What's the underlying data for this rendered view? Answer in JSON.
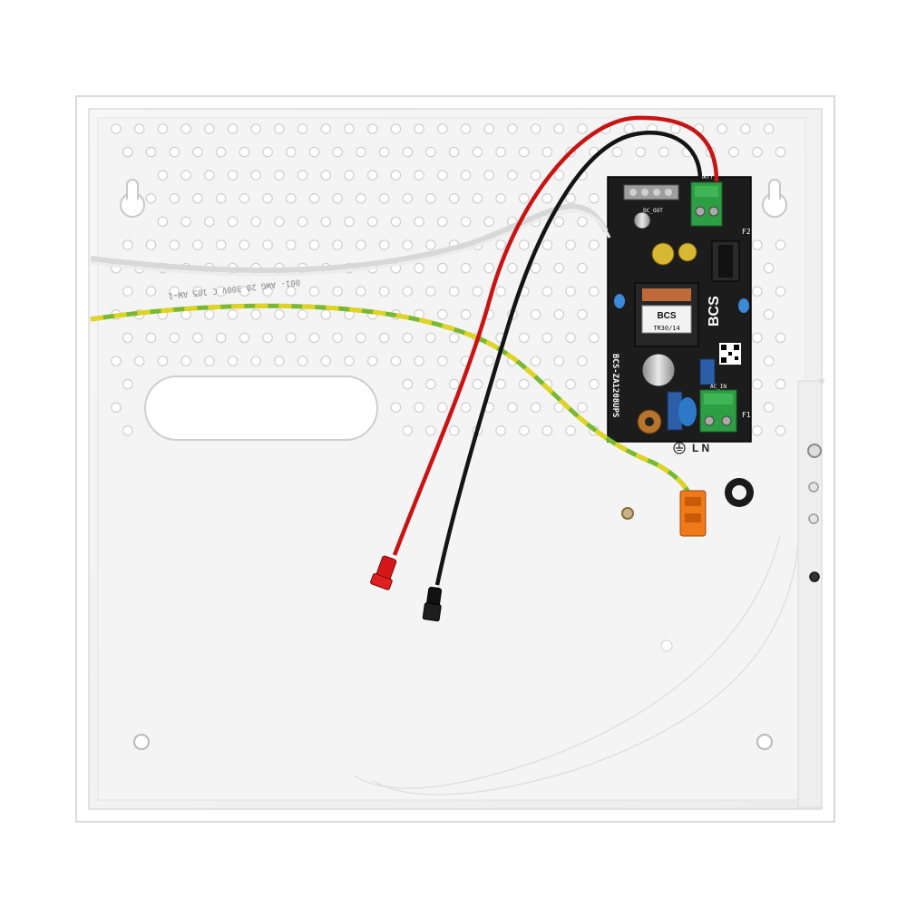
{
  "colors": {
    "background": "#ffffff",
    "enclosure": "#f2f2f2",
    "enclosure_edge": "#d6d6d6",
    "perforation": "#ffffff",
    "pcb": "#1c1c1c",
    "terminal": "#2e9e44",
    "wire_red": "#c81414",
    "wire_black": "#141414",
    "wire_earth_green": "#7ab832",
    "wire_earth_yellow": "#e0d422",
    "connector_orange": "#f07a1a"
  },
  "pcb": {
    "brand": "BCS",
    "model": "BCS-ZA1208UPS",
    "transformer_label": "TR30/14",
    "terminal_dc_out": "DC_OUT",
    "terminal_ac_in": "AC_IN",
    "terminal_batt": "BATT",
    "fuse_f1": "F1",
    "fuse_f2": "F2",
    "mains_markings": "L N"
  },
  "wire_print": "001- AWG 20 300V C 105 AW-1"
}
